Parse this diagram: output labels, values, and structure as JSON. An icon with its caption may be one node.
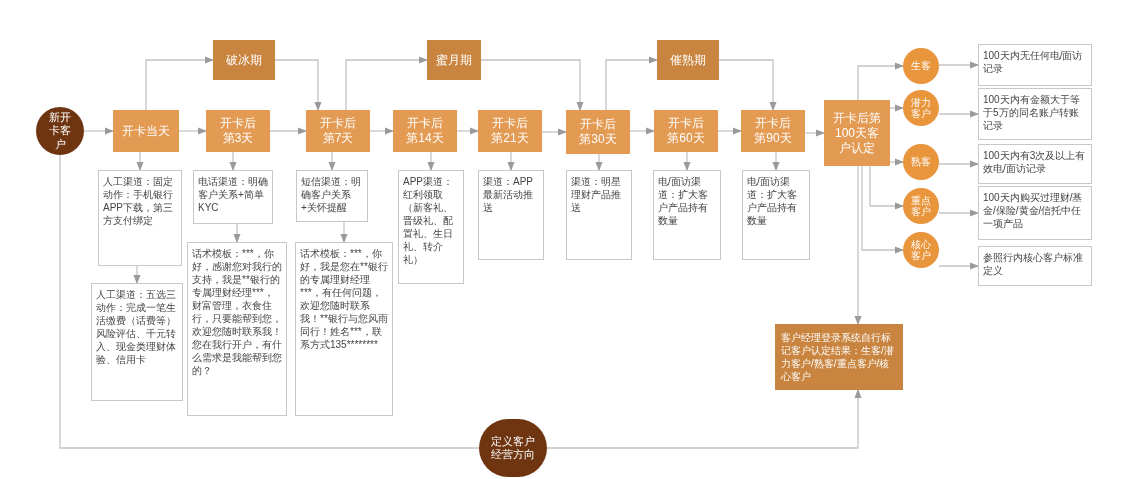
{
  "diagram": {
    "nodes": [
      {
        "text": [
          "破冰期"
        ]
      },
      {
        "text": [
          "蜜月期"
        ]
      },
      {
        "text": [
          "催熟期"
        ]
      },
      {
        "text": [
          "新开卡客户"
        ]
      },
      {
        "text": [
          "开卡当天"
        ]
      },
      {
        "text": [
          "开卡后第3天"
        ]
      },
      {
        "text": [
          "开卡后第7天"
        ]
      },
      {
        "text": [
          "开卡后第14天"
        ]
      },
      {
        "text": [
          "开卡后第21天"
        ]
      },
      {
        "text": [
          "开卡后第30天"
        ]
      },
      {
        "text": [
          "开卡后第60天"
        ]
      },
      {
        "text": [
          "开卡后第90天"
        ]
      },
      {
        "text": [
          "开卡后第100天客户认定"
        ]
      },
      {
        "text": [
          "生客"
        ]
      },
      {
        "text": [
          "潜力客户"
        ]
      },
      {
        "text": [
          "熟客"
        ]
      },
      {
        "text": [
          "重点客户"
        ]
      },
      {
        "text": [
          "核心客户"
        ]
      },
      {
        "text": [
          "100天内无任何电/面访记录"
        ]
      },
      {
        "text": [
          "100天内有金额大于等于5万的同名账户转账记录"
        ]
      },
      {
        "text": [
          "100天内有3次及以上有效电/面访记录"
        ]
      },
      {
        "text": [
          "100天内购买过理财/基金/保险/黄金/信托中任一项产品"
        ]
      },
      {
        "text": [
          "参照行内核心客户标准定义"
        ]
      },
      {
        "text": [
          "人工渠道：固定动作：手机银行APP下载，第三方支付绑定"
        ]
      },
      {
        "text": [
          "人工渠道：五选三动作：完成一笔生活缴费（话费等）风险评估、千元转入、现金类理财体验、信用卡"
        ]
      },
      {
        "text": [
          "电话渠道：明确客户关系+简单KYC"
        ]
      },
      {
        "text": [
          "话术模板：***，你好，感谢您对我行的支持，我是**银行的专属理财经理***，财富管理，衣食住行，只要能帮到您，欢迎您随时联系我！您在我行开户，有什么需求是我能帮到您的？"
        ]
      },
      {
        "text": [
          "短信渠道：明确客户关系+关怀提醒"
        ]
      },
      {
        "text": [
          "话术模板：***，你好，我是您在**银行的专属理财经理***，有任何问题，欢迎您随时联系我！**银行与您风雨同行！姓名***，联系方式135********"
        ]
      },
      {
        "text": [
          "APP渠道：红利领取（新客礼、晋级礼、配置礼、生日礼、转介礼）"
        ]
      },
      {
        "text": [
          "渠道：APP最新活动推送"
        ]
      },
      {
        "text": [
          "渠道：明星理财产品推送"
        ]
      },
      {
        "text": [
          "电/面访渠道：扩大客户产品持有数量"
        ]
      },
      {
        "text": [
          "电/面访渠道：扩大客户产品持有数量"
        ]
      },
      {
        "text": [
          "客户经理登录系统自行标记客户认定结果：生客/潜力客户/熟客/重点客户/核心客户"
        ]
      },
      {
        "text": [
          "定义客户经营方向"
        ]
      }
    ],
    "edges": [
      {
        "from": 3,
        "to": 4,
        "arrow": "to"
      },
      {
        "from": 4,
        "to": 5,
        "arrow": "to"
      },
      {
        "from": 5,
        "to": 6,
        "arrow": "to"
      },
      {
        "from": 6,
        "to": 7,
        "arrow": "to"
      },
      {
        "from": 7,
        "to": 8,
        "arrow": "to"
      },
      {
        "from": 8,
        "to": 9,
        "arrow": "to"
      },
      {
        "from": 9,
        "to": 10,
        "arrow": "to"
      },
      {
        "from": 10,
        "to": 11,
        "arrow": "to"
      },
      {
        "from": 11,
        "to": 12,
        "arrow": "to"
      },
      {
        "from": 4,
        "to": 0,
        "arrow": "to"
      },
      {
        "from": 0,
        "to": 6,
        "arrow": "to"
      },
      {
        "from": 6,
        "to": 1,
        "arrow": "to"
      },
      {
        "from": 1,
        "to": 9,
        "arrow": "to"
      },
      {
        "from": 9,
        "to": 2,
        "arrow": "to"
      },
      {
        "from": 2,
        "to": 11,
        "arrow": "to"
      },
      {
        "from": 12,
        "to": 13,
        "arrow": "to"
      },
      {
        "from": 12,
        "to": 14,
        "arrow": "to"
      },
      {
        "from": 12,
        "to": 15,
        "arrow": "to"
      },
      {
        "from": 12,
        "to": 16,
        "arrow": "to"
      },
      {
        "from": 12,
        "to": 17,
        "arrow": "to"
      },
      {
        "from": 13,
        "to": 18,
        "arrow": "to"
      },
      {
        "from": 14,
        "to": 19,
        "arrow": "to"
      },
      {
        "from": 15,
        "to": 20,
        "arrow": "to"
      },
      {
        "from": 16,
        "to": 21,
        "arrow": "to"
      },
      {
        "from": 17,
        "to": 22,
        "arrow": "to"
      },
      {
        "from": 4,
        "to": 23,
        "arrow": "to"
      },
      {
        "from": 23,
        "to": 24,
        "arrow": "to"
      },
      {
        "from": 5,
        "to": 25,
        "arrow": "to"
      },
      {
        "from": 25,
        "to": 26,
        "arrow": "to"
      },
      {
        "from": 6,
        "to": 27,
        "arrow": "to"
      },
      {
        "from": 27,
        "to": 28,
        "arrow": "to"
      },
      {
        "from": 7,
        "to": 29,
        "arrow": "to"
      },
      {
        "from": 8,
        "to": 30,
        "arrow": "to"
      },
      {
        "from": 9,
        "to": 31,
        "arrow": "to"
      },
      {
        "from": 10,
        "to": 32,
        "arrow": "to"
      },
      {
        "from": 11,
        "to": 33,
        "arrow": "to"
      },
      {
        "from": 12,
        "to": 34,
        "arrow": "to"
      },
      {
        "from": 3,
        "to": 35,
        "arrow": "none"
      },
      {
        "from": 35,
        "to": 34,
        "arrow": "to"
      }
    ]
  }
}
